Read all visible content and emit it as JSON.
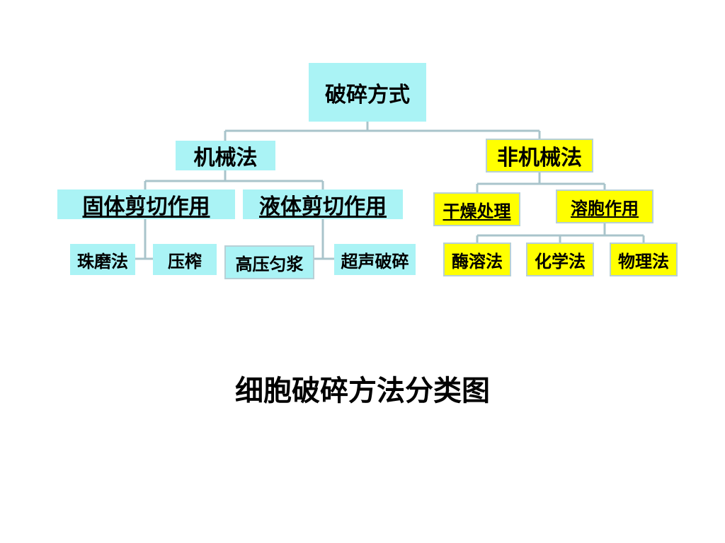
{
  "root": "破碎方式",
  "branches": {
    "mechanical": {
      "label": "机械法",
      "groups": {
        "solid": {
          "label": "固体剪切作用",
          "items": [
            "珠磨法",
            "压榨"
          ]
        },
        "liquid": {
          "label": "液体剪切作用",
          "items": [
            "高压匀浆",
            "超声破碎"
          ]
        }
      }
    },
    "non_mechanical": {
      "label": "非机械法",
      "groups": {
        "drying": {
          "label": "干燥处理"
        },
        "lysis": {
          "label": "溶胞作用",
          "items": [
            "酶溶法",
            "化学法",
            "物理法"
          ]
        }
      }
    }
  },
  "caption": "细胞破碎方法分类图",
  "colors": {
    "mechanical_fill": "#aaf3f5",
    "non_mechanical_fill": "#ffff00",
    "connector": "#a9c4cb"
  }
}
